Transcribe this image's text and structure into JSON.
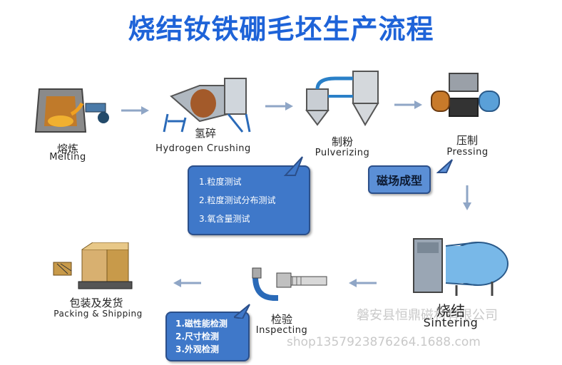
{
  "title": "烧结钕铁硼毛坯生产流程",
  "steps": {
    "melting": {
      "cn": "熔炼",
      "en": "Melting"
    },
    "hydrogen": {
      "cn": "氢碎",
      "en": "Hydrogen Crushing"
    },
    "pulverizing": {
      "cn": "制粉",
      "en": "Pulverizing"
    },
    "pressing": {
      "cn": "压制",
      "en": "Pressing"
    },
    "sintering": {
      "cn": "烧结",
      "en": "Sintering"
    },
    "inspecting": {
      "cn": "检验",
      "en": "Inspecting"
    },
    "packing": {
      "cn": "包装及发货",
      "en": "Packing & Shipping"
    }
  },
  "powder_tests": [
    "1.粒度测试",
    "2.粒度测试分布测试",
    "3.氧含量测试"
  ],
  "magnetic_forming": "磁场成型",
  "inspection_tests": [
    "1.磁性能检测",
    "2.尺寸检测",
    "3.外观检测"
  ],
  "watermark": {
    "company": "磐安县恒鼎磁材有限公司",
    "shop": "shop1357923876264.1688.com"
  },
  "colors": {
    "title": "#1e63d8",
    "bubble": "#3f78c9",
    "arrow": "#8fa6c6"
  }
}
